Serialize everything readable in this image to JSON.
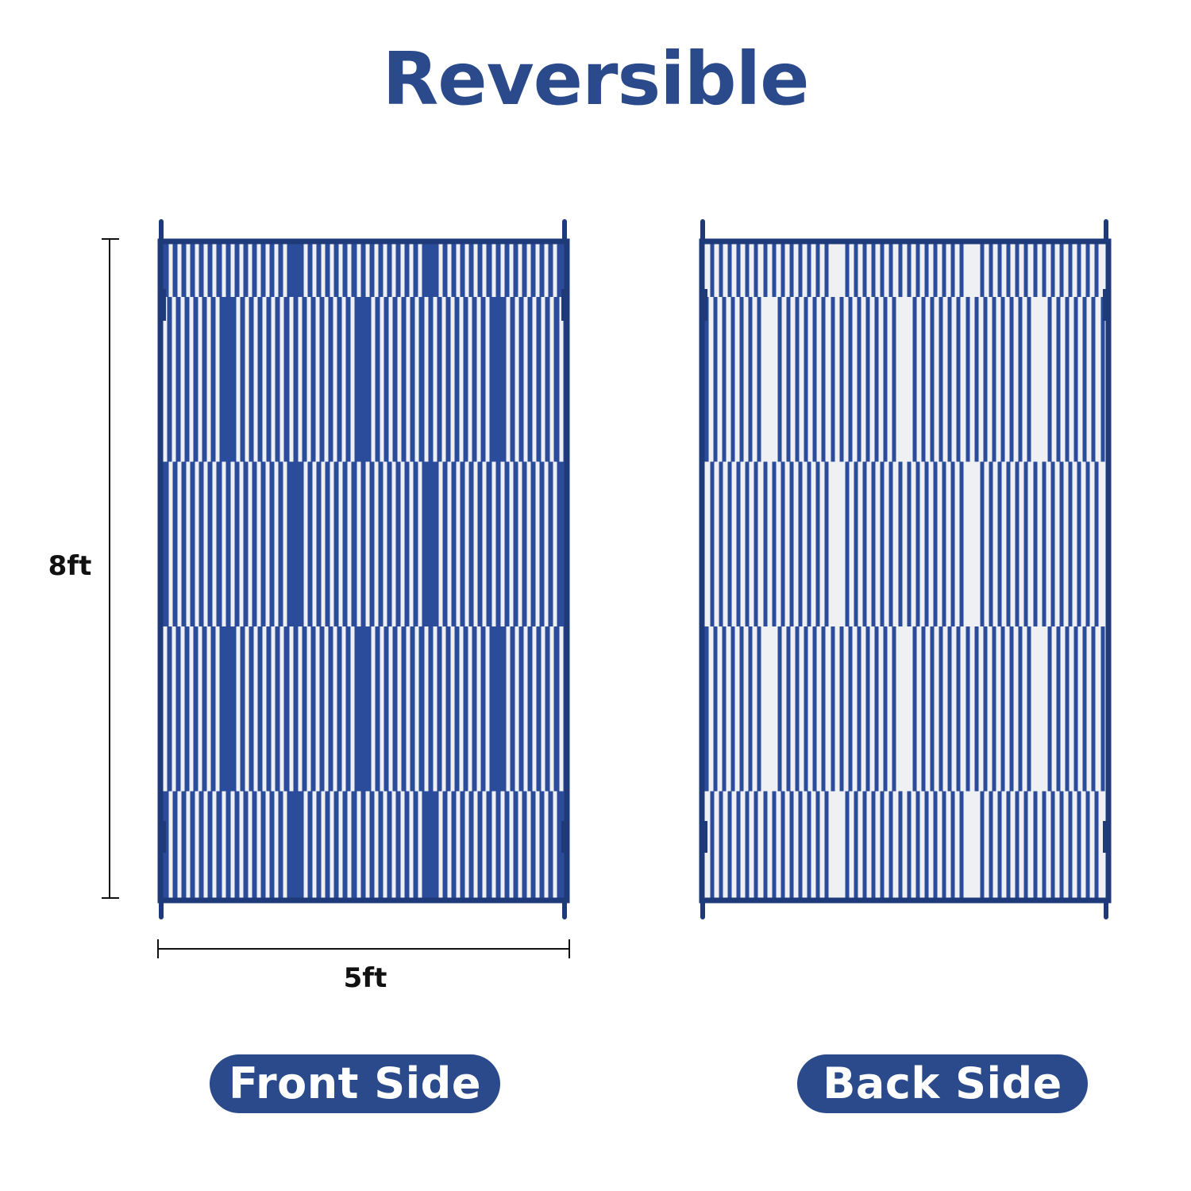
{
  "title": "Reversible",
  "colors": {
    "brand_blue": "#2a4a8b",
    "rug_blue": "#2b4c9a",
    "rug_white": "#eef0f4",
    "border_navy": "#1e3a78"
  },
  "dimensions": {
    "width_label": "5ft",
    "height_label": "8ft"
  },
  "sides": {
    "front_label": "Front Side",
    "back_label": "Back Side"
  }
}
